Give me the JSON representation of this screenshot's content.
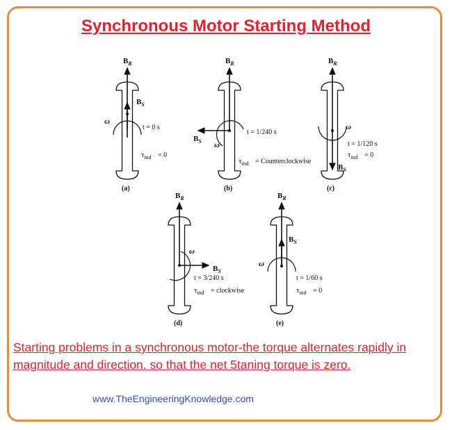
{
  "title": "Synchronous Motor Starting Method",
  "diagram": {
    "panels": [
      {
        "label": "(a)",
        "time": "t = 0 s",
        "torque": "= 0",
        "rotor_field": "B",
        "rotor_sub": "R",
        "stator_field": "B",
        "stator_sub": "S",
        "omega": "ω",
        "stator_direction": "up"
      },
      {
        "label": "(b)",
        "time": "t = 1/240 s",
        "torque": "= Counterclockwise",
        "rotor_field": "B",
        "rotor_sub": "R",
        "stator_field": "B",
        "stator_sub": "S",
        "omega": "ω",
        "stator_direction": "left"
      },
      {
        "label": "(c)",
        "time": "t = 1/120 s",
        "torque": "= 0",
        "rotor_field": "B",
        "rotor_sub": "R",
        "stator_field": "B",
        "stator_sub": "S",
        "omega": "ω",
        "stator_direction": "down"
      },
      {
        "label": "(d)",
        "time": "t = 3/240 s",
        "torque": "= clockwise",
        "rotor_field": "B",
        "rotor_sub": "R",
        "stator_field": "B",
        "stator_sub": "S",
        "omega": "ω",
        "stator_direction": "right"
      },
      {
        "label": "(e)",
        "time": "t = 1/60 s",
        "torque": "= 0",
        "rotor_field": "B",
        "rotor_sub": "R",
        "stator_field": "B",
        "stator_sub": "S",
        "omega": "ω",
        "stator_direction": "up"
      }
    ],
    "tau": "τ",
    "tau_sub": "ind"
  },
  "caption": "Starting problems in a synchronous motor-the torque alternates rapidly in magnitude and direction. so that the net 5taning torque is zero.",
  "website": "www.TheEngineeringKnowledge.com",
  "colors": {
    "border": "#f0883a",
    "title": "#e3202b",
    "link": "#3b4ab4"
  }
}
